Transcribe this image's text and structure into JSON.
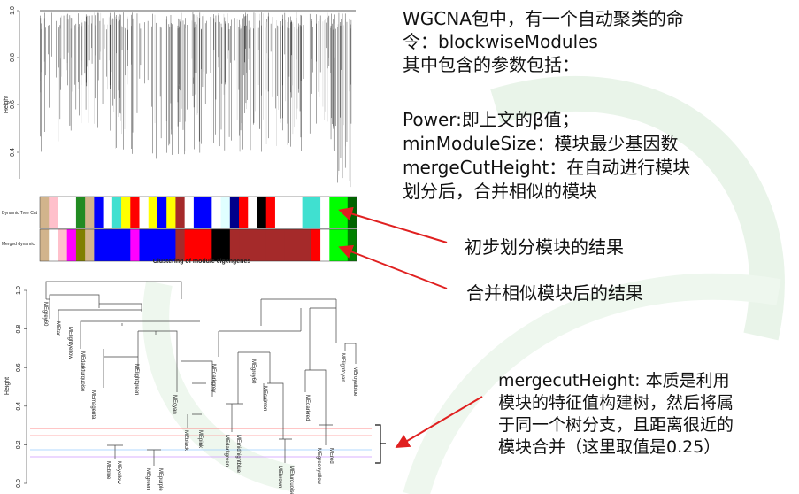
{
  "top_figure": {
    "y_label": "Height",
    "y_ticks": [
      "1.0",
      "0.8",
      "0.6",
      "0.4"
    ],
    "row1_label": "Dynamic Tree Cut",
    "row2_label": "Merged dynamic",
    "title": "Clustering of module eigengenes",
    "row1_colors": [
      "#d2b48c",
      "#ffc0cb",
      "#ffffff",
      "#ffffff",
      "#228b22",
      "#d2b48c",
      "#0000ff",
      "#ffffff",
      "#40e0d0",
      "#ffff00",
      "#ff0000",
      "#ffffff",
      "#ffff00",
      "#0000ff",
      "#ffff00",
      "#a52a2a",
      "#ffffff",
      "#0000ff",
      "#0000ff",
      "#ffffff",
      "#e0ffff",
      "#00008b",
      "#ff0000",
      "#ffffff",
      "#000000",
      "#ff0000",
      "#ffffff",
      "#ffffff",
      "#ffffff",
      "#40e0d0",
      "#40e0d0",
      "#ffffff",
      "#00ff00",
      "#00ff00",
      "#006400"
    ],
    "row2_colors": [
      "#d2b48c",
      "#ffffff",
      "#ffc0cb",
      "#ff00ff",
      "#808000",
      "#d2b48c",
      "#0000ff",
      "#0000ff",
      "#0000ff",
      "#0000ff",
      "#ff00ff",
      "#0000ff",
      "#0000ff",
      "#0000ff",
      "#0000ff",
      "#a52a2a",
      "#ff0000",
      "#ff0000",
      "#ff0000",
      "#000000",
      "#000000",
      "#a52a2a",
      "#a52a2a",
      "#a52a2a",
      "#a52a2a",
      "#a52a2a",
      "#a52a2a",
      "#a52a2a",
      "#a52a2a",
      "#a52a2a",
      "#ff0000",
      "#ffffff",
      "#00ff00",
      "#00ff00",
      "#008000"
    ]
  },
  "bottom_figure": {
    "y_label": "Height",
    "y_ticks": [
      "1.0",
      "0.8",
      "0.6",
      "0.4",
      "0.2",
      "0.0"
    ],
    "eigengenes": [
      "MEgrey60",
      "MEtan",
      "MElightyellow",
      "MEdarkturquoise",
      "MEmagenta",
      "MEblue",
      "MEyellow",
      "MEgreen",
      "MEpurple",
      "MElightgreen",
      "MEcyan",
      "MEblack",
      "MEpink",
      "MEdarkgrey",
      "MEdarkgreen",
      "MEmidnightblue",
      "MEgrey60",
      "MEsalmon",
      "MEbrown",
      "MEturquoise",
      "MEdarkred",
      "MEgreenyellow",
      "MEred",
      "MElightcyan",
      "MEroyalblue"
    ],
    "cut_lines_colors": [
      "#ff6666",
      "#ff9999",
      "#99ccff",
      "#cc99ff"
    ]
  },
  "text": {
    "intro": "WGCNA包中，有一个自动聚类的命\n令：blockwiseModules\n其中包含的参数包括：",
    "params": "Power:即上文的β值；\nminModuleSize：模块最少基因数\nmergeCutHeight：在自动进行模块\n划分后，合并相似的模块",
    "annotation_initial": "初步划分模块的结果",
    "annotation_merged": "合并相似模块后的结果",
    "annotation_cut": "mergecutHeight: 本质是利用\n模块的特征值构建树，然后将属\n于同一个树分支，且距离很近的\n模块合并（这里取值是0.25）"
  },
  "colors": {
    "arrow": "#e02020",
    "watermark": "#e8f3e8"
  }
}
